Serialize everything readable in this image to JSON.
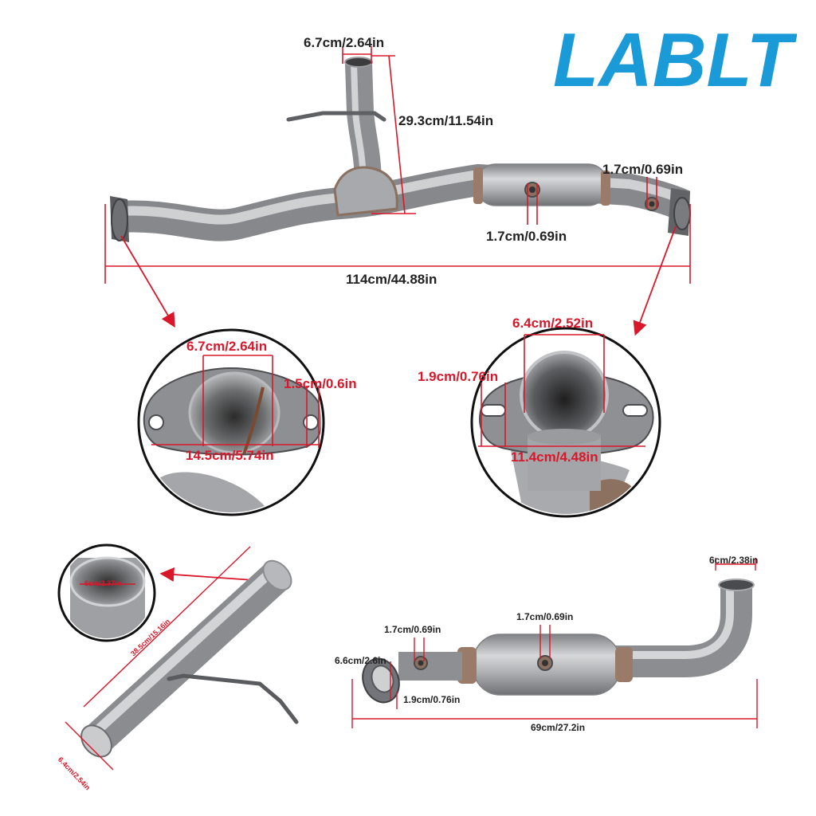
{
  "brand": {
    "logo_text": "LABLT",
    "logo_color": "#1a9ad6"
  },
  "colors": {
    "dimension_red": "#d8182a",
    "pipe_steel": "#a9aaad"
  },
  "main_assembly": {
    "top_pipe_diameter": "6.7cm/2.64in",
    "branch_height": "29.3cm/11.54in",
    "sensor_port_right": "1.7cm/0.69in",
    "sensor_port_center": "1.7cm/0.69in",
    "overall_length": "114cm/44.88in"
  },
  "left_flange_detail": {
    "inner_diameter": "6.7cm/2.64in",
    "bolt_hole": "1.5cm/0.6in",
    "flange_width": "14.5cm/5.74in"
  },
  "right_flange_detail": {
    "inner_diameter": "6.4cm/2.52in",
    "bolt_hole": "1.9cm/0.76in",
    "flange_width": "11.4cm/4.48in"
  },
  "straight_pipe": {
    "end_diameter": "6cm/2.37in",
    "length": "38.5cm/15.16in",
    "diameter": "6.4cm/2.54in"
  },
  "converter_section": {
    "sensor_port_left": "1.7cm/0.69in",
    "sensor_port_center": "1.7cm/0.69in",
    "outlet_diameter": "6cm/2.38in",
    "flange_diameter": "6.6cm/2.6in",
    "flange_hole": "1.9cm/0.76in",
    "length": "69cm/27.2in"
  }
}
